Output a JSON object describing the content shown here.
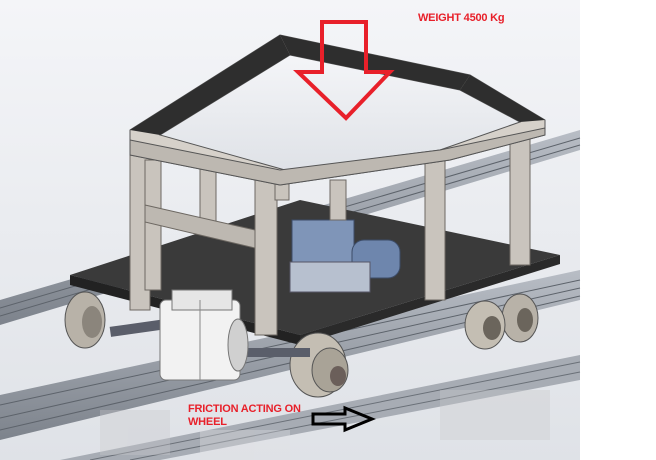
{
  "annotations": {
    "weight": "WEIGHT 4500 Kg",
    "friction": "FRICTION ACTING ON WHEEL"
  },
  "colors": {
    "annotation_text": "#e8202a",
    "load_arrow": "#e8202a",
    "friction_arrow": "#000000",
    "frame": "#c9c4bd",
    "base_plate": "#3a3a3a",
    "rails": "#9aa0a8"
  },
  "icons": {
    "load_arrow": "down-arrow-outline",
    "friction_arrow": "right-arrow-outline"
  }
}
